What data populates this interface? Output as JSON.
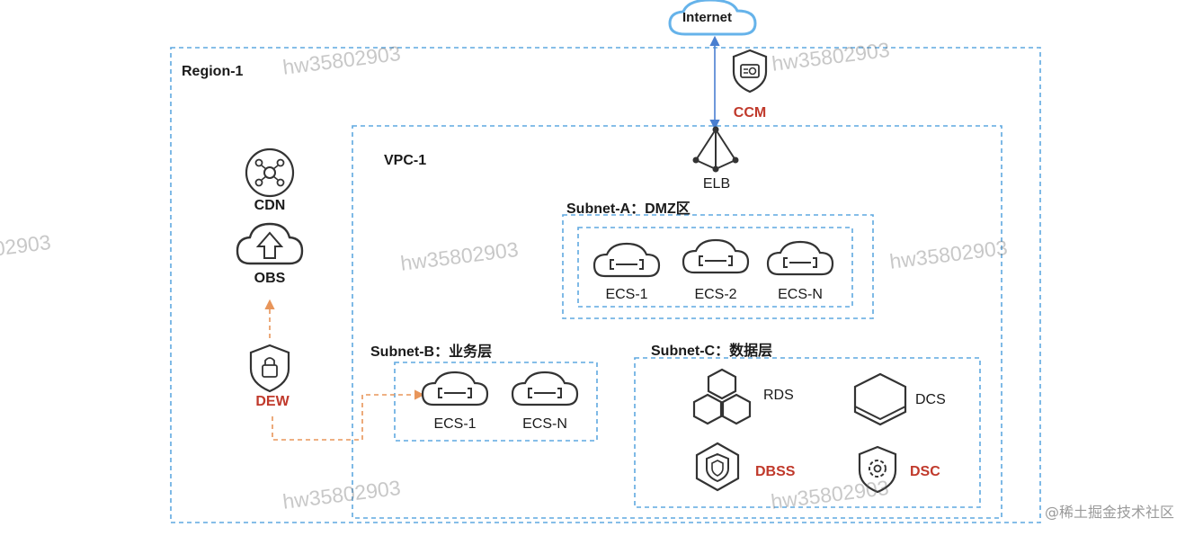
{
  "colors": {
    "box_border": "#5fa8e0",
    "icon_stroke": "#333333",
    "dew_flow": "#e8955a",
    "internet_link": "#4a7fd0",
    "security_label": "#c0392b"
  },
  "internet": {
    "label": "Internet"
  },
  "region": {
    "label": "Region-1"
  },
  "vpc": {
    "label": "VPC-1"
  },
  "ccm": {
    "label": "CCM",
    "icon": "shield-certificate-icon"
  },
  "elb": {
    "label": "ELB",
    "icon": "load-balancer-icon"
  },
  "cdn": {
    "label": "CDN",
    "icon": "cdn-node-icon"
  },
  "obs": {
    "label": "OBS",
    "icon": "cloud-upload-icon"
  },
  "dew": {
    "label": "DEW",
    "icon": "shield-lock-icon"
  },
  "subnet_a": {
    "label": "Subnet-A：DMZ区",
    "servers": [
      "ECS-1",
      "ECS-2",
      "ECS-N"
    ]
  },
  "subnet_b": {
    "label": "Subnet-B：业务层",
    "servers": [
      "ECS-1",
      "ECS-N"
    ]
  },
  "subnet_c": {
    "label": "Subnet-C：数据层",
    "rds": {
      "label": "RDS",
      "icon": "hexagon-cluster-icon"
    },
    "dcs": {
      "label": "DCS",
      "icon": "hexagon-stack-icon"
    },
    "dbss": {
      "label": "DBSS",
      "icon": "hexagon-shield-icon"
    },
    "dsc": {
      "label": "DSC",
      "icon": "shield-gear-icon"
    }
  },
  "watermark": {
    "text": "hw35802903",
    "footer": "@稀土掘金技术社区"
  }
}
